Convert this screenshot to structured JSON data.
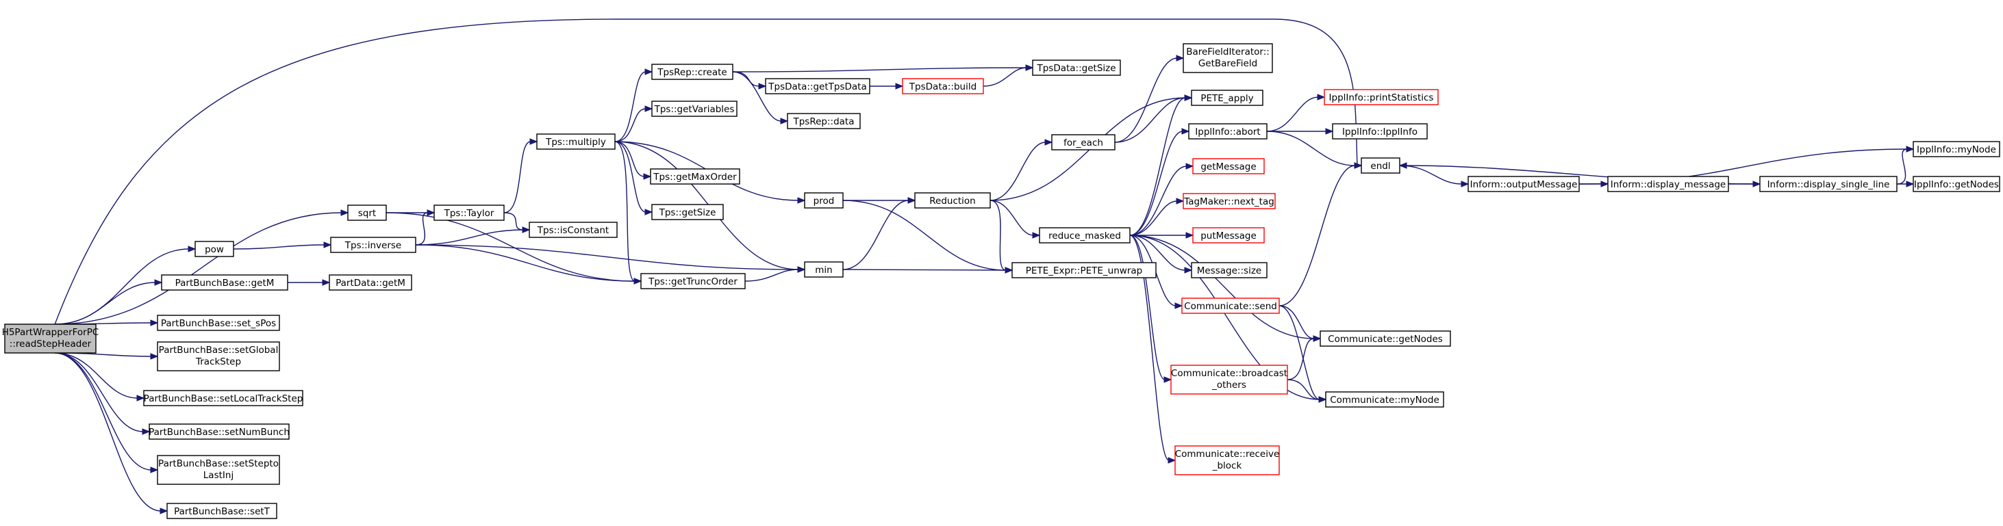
{
  "colors": {
    "edge": "#191970",
    "node_border": "#000000",
    "node_border_truncated": "#ff0000",
    "root_fill": "#bfbfbf",
    "node_fill": "#ffffff"
  },
  "nodes": [
    {
      "id": "root",
      "lines": [
        "H5PartWrapperForPC",
        "::readStepHeader"
      ],
      "root": true
    },
    {
      "id": "sqrt",
      "lines": [
        "sqrt"
      ]
    },
    {
      "id": "pow",
      "lines": [
        "pow"
      ]
    },
    {
      "id": "getM",
      "lines": [
        "PartBunchBase::getM"
      ]
    },
    {
      "id": "setsPos",
      "lines": [
        "PartBunchBase::set_sPos"
      ]
    },
    {
      "id": "setGlobal",
      "lines": [
        "PartBunchBase::setGlobal",
        "TrackStep"
      ]
    },
    {
      "id": "setLocal",
      "lines": [
        "PartBunchBase::setLocalTrackStep"
      ]
    },
    {
      "id": "setNumBunch",
      "lines": [
        "PartBunchBase::setNumBunch"
      ]
    },
    {
      "id": "setStepto",
      "lines": [
        "PartBunchBase::setStepto",
        "LastInj"
      ]
    },
    {
      "id": "setT",
      "lines": [
        "PartBunchBase::setT"
      ]
    },
    {
      "id": "endl",
      "lines": [
        "endl"
      ]
    },
    {
      "id": "taylor",
      "lines": [
        "Tps::Taylor"
      ]
    },
    {
      "id": "truncOrder",
      "lines": [
        "Tps::getTruncOrder"
      ]
    },
    {
      "id": "inverse",
      "lines": [
        "Tps::inverse"
      ]
    },
    {
      "id": "pdGetM",
      "lines": [
        "PartData::getM"
      ]
    },
    {
      "id": "multiply",
      "lines": [
        "Tps::multiply"
      ]
    },
    {
      "id": "isConstant",
      "lines": [
        "Tps::isConstant"
      ]
    },
    {
      "id": "min",
      "lines": [
        "min"
      ]
    },
    {
      "id": "tpsRepCreate",
      "lines": [
        "TpsRep::create"
      ]
    },
    {
      "id": "getVariables",
      "lines": [
        "Tps::getVariables"
      ]
    },
    {
      "id": "getMaxOrder",
      "lines": [
        "Tps::getMaxOrder"
      ]
    },
    {
      "id": "tpsGetSize",
      "lines": [
        "Tps::getSize"
      ]
    },
    {
      "id": "prod",
      "lines": [
        "prod"
      ]
    },
    {
      "id": "tpsDataGetSize",
      "lines": [
        "TpsData::getSize"
      ]
    },
    {
      "id": "getTpsData",
      "lines": [
        "TpsData::getTpsData"
      ]
    },
    {
      "id": "tpsRepData",
      "lines": [
        "TpsRep::data"
      ]
    },
    {
      "id": "tpsDataBuild",
      "lines": [
        "TpsData::build"
      ],
      "truncated": true
    },
    {
      "id": "reduction",
      "lines": [
        "Reduction"
      ]
    },
    {
      "id": "peteUnwrap",
      "lines": [
        "PETE_Expr::PETE_unwrap"
      ]
    },
    {
      "id": "forEach",
      "lines": [
        "for_each"
      ]
    },
    {
      "id": "reduceMasked",
      "lines": [
        "reduce_masked"
      ]
    },
    {
      "id": "bareField",
      "lines": [
        "BareFieldIterator::",
        "GetBareField"
      ]
    },
    {
      "id": "peteApply",
      "lines": [
        "PETE_apply"
      ]
    },
    {
      "id": "ipplAbort",
      "lines": [
        "IpplInfo::abort"
      ]
    },
    {
      "id": "getMessage",
      "lines": [
        "getMessage"
      ],
      "truncated": true
    },
    {
      "id": "nextTag",
      "lines": [
        "TagMaker::next_tag"
      ],
      "truncated": true
    },
    {
      "id": "putMessage",
      "lines": [
        "putMessage"
      ],
      "truncated": true
    },
    {
      "id": "msgSize",
      "lines": [
        "Message::size"
      ]
    },
    {
      "id": "commSend",
      "lines": [
        "Communicate::send"
      ],
      "truncated": true
    },
    {
      "id": "commBroadcast",
      "lines": [
        "Communicate::broadcast",
        "_others"
      ],
      "truncated": true
    },
    {
      "id": "commReceive",
      "lines": [
        "Communicate::receive",
        "_block"
      ],
      "truncated": true
    },
    {
      "id": "printStats",
      "lines": [
        "IpplInfo::printStatistics"
      ],
      "truncated": true
    },
    {
      "id": "ipplInfoCtor",
      "lines": [
        "IpplInfo::IpplInfo"
      ]
    },
    {
      "id": "getNodes",
      "lines": [
        "Communicate::getNodes"
      ]
    },
    {
      "id": "myNode",
      "lines": [
        "Communicate::myNode"
      ]
    },
    {
      "id": "outputMessage",
      "lines": [
        "Inform::outputMessage"
      ]
    },
    {
      "id": "displayMessage",
      "lines": [
        "Inform::display_message"
      ]
    },
    {
      "id": "displaySingleLine",
      "lines": [
        "Inform::display_single_line"
      ]
    },
    {
      "id": "ipplMyNode",
      "lines": [
        "IpplInfo::myNode"
      ]
    },
    {
      "id": "ipplGetNodes",
      "lines": [
        "IpplInfo::getNodes"
      ]
    }
  ],
  "edges": [
    [
      "root",
      "sqrt"
    ],
    [
      "root",
      "pow"
    ],
    [
      "root",
      "getM"
    ],
    [
      "root",
      "setsPos"
    ],
    [
      "root",
      "setGlobal"
    ],
    [
      "root",
      "setLocal"
    ],
    [
      "root",
      "setNumBunch"
    ],
    [
      "root",
      "setStepto"
    ],
    [
      "root",
      "setT"
    ],
    [
      "root",
      "endl"
    ],
    [
      "sqrt",
      "taylor"
    ],
    [
      "sqrt",
      "truncOrder"
    ],
    [
      "pow",
      "inverse"
    ],
    [
      "getM",
      "pdGetM"
    ],
    [
      "taylor",
      "multiply"
    ],
    [
      "taylor",
      "isConstant"
    ],
    [
      "inverse",
      "taylor"
    ],
    [
      "inverse",
      "isConstant"
    ],
    [
      "inverse",
      "truncOrder"
    ],
    [
      "inverse",
      "min"
    ],
    [
      "multiply",
      "tpsRepCreate"
    ],
    [
      "multiply",
      "getVariables"
    ],
    [
      "multiply",
      "getMaxOrder"
    ],
    [
      "multiply",
      "tpsGetSize"
    ],
    [
      "multiply",
      "truncOrder"
    ],
    [
      "multiply",
      "min"
    ],
    [
      "multiply",
      "prod"
    ],
    [
      "truncOrder",
      "min"
    ],
    [
      "tpsRepCreate",
      "tpsDataGetSize"
    ],
    [
      "tpsRepCreate",
      "getTpsData"
    ],
    [
      "tpsRepCreate",
      "tpsRepData"
    ],
    [
      "getTpsData",
      "tpsDataBuild"
    ],
    [
      "tpsDataBuild",
      "tpsDataGetSize"
    ],
    [
      "prod",
      "reduction"
    ],
    [
      "prod",
      "peteUnwrap"
    ],
    [
      "min",
      "reduction"
    ],
    [
      "min",
      "peteUnwrap"
    ],
    [
      "reduction",
      "forEach"
    ],
    [
      "reduction",
      "peteApply"
    ],
    [
      "reduction",
      "peteUnwrap"
    ],
    [
      "reduction",
      "reduceMasked"
    ],
    [
      "forEach",
      "bareField"
    ],
    [
      "forEach",
      "peteApply"
    ],
    [
      "reduceMasked",
      "peteApply"
    ],
    [
      "reduceMasked",
      "ipplAbort"
    ],
    [
      "reduceMasked",
      "getMessage"
    ],
    [
      "reduceMasked",
      "nextTag"
    ],
    [
      "reduceMasked",
      "putMessage"
    ],
    [
      "reduceMasked",
      "msgSize"
    ],
    [
      "reduceMasked",
      "commSend"
    ],
    [
      "reduceMasked",
      "commBroadcast"
    ],
    [
      "reduceMasked",
      "commReceive"
    ],
    [
      "reduceMasked",
      "getNodes"
    ],
    [
      "reduceMasked",
      "myNode"
    ],
    [
      "ipplAbort",
      "printStats"
    ],
    [
      "ipplAbort",
      "ipplInfoCtor"
    ],
    [
      "ipplAbort",
      "endl"
    ],
    [
      "commSend",
      "endl"
    ],
    [
      "commSend",
      "getNodes"
    ],
    [
      "commSend",
      "myNode"
    ],
    [
      "commBroadcast",
      "getNodes"
    ],
    [
      "commBroadcast",
      "myNode"
    ],
    [
      "endl",
      "outputMessage"
    ],
    [
      "outputMessage",
      "displayMessage"
    ],
    [
      "outputMessage",
      "ipplMyNode"
    ],
    [
      "displayMessage",
      "displaySingleLine"
    ],
    [
      "displaySingleLine",
      "ipplMyNode"
    ],
    [
      "displaySingleLine",
      "ipplGetNodes"
    ],
    [
      "displaySingleLine",
      "endl"
    ]
  ]
}
